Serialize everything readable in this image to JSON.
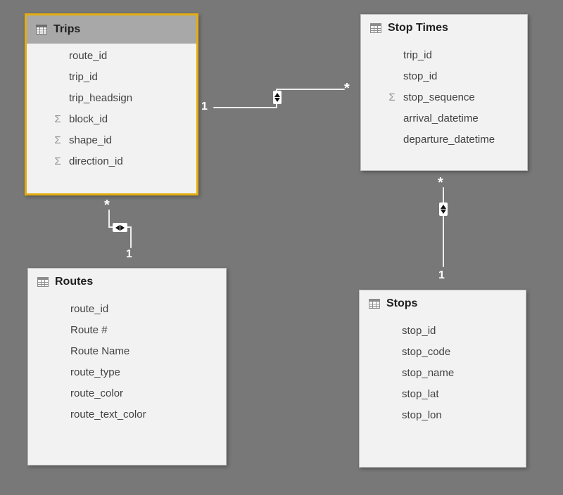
{
  "view": {
    "name": "model-relationship-diagram",
    "background": "#787878"
  },
  "colors": {
    "canvas_background": "#787878",
    "selection_border": "#E4AD10",
    "selected_header_bg": "#A8A8A8",
    "table_body_bg": "#F2F2F2",
    "connector_line": "#EDEDED",
    "cardinality_label": "#FFFFFF",
    "field_text": "#424242",
    "title_text": "#1F1F1F"
  },
  "glyphs": {
    "sigma": "Σ"
  },
  "tables": [
    {
      "name": "Trips",
      "selected": true,
      "fields": [
        {
          "label": "route_id",
          "aggregate": false
        },
        {
          "label": "trip_id",
          "aggregate": false
        },
        {
          "label": "trip_headsign",
          "aggregate": false
        },
        {
          "label": "block_id",
          "aggregate": true
        },
        {
          "label": "shape_id",
          "aggregate": true
        },
        {
          "label": "direction_id",
          "aggregate": true
        }
      ]
    },
    {
      "name": "Stop Times",
      "selected": false,
      "fields": [
        {
          "label": "trip_id",
          "aggregate": false
        },
        {
          "label": "stop_id",
          "aggregate": false
        },
        {
          "label": "stop_sequence",
          "aggregate": true
        },
        {
          "label": "arrival_datetime",
          "aggregate": false
        },
        {
          "label": "departure_datetime",
          "aggregate": false
        }
      ]
    },
    {
      "name": "Routes",
      "selected": false,
      "fields": [
        {
          "label": "route_id",
          "aggregate": false
        },
        {
          "label": "Route #",
          "aggregate": false
        },
        {
          "label": "Route Name",
          "aggregate": false
        },
        {
          "label": "route_type",
          "aggregate": false
        },
        {
          "label": "route_color",
          "aggregate": false
        },
        {
          "label": "route_text_color",
          "aggregate": false
        }
      ]
    },
    {
      "name": "Stops",
      "selected": false,
      "fields": [
        {
          "label": "stop_id",
          "aggregate": false
        },
        {
          "label": "stop_code",
          "aggregate": false
        },
        {
          "label": "stop_name",
          "aggregate": false
        },
        {
          "label": "stop_lat",
          "aggregate": false
        },
        {
          "label": "stop_lon",
          "aggregate": false
        }
      ]
    }
  ],
  "relationships": [
    {
      "from_table": "Trips",
      "to_table": "Stop Times",
      "one": "1",
      "many": "*",
      "cross_filter": "both"
    },
    {
      "from_table": "Routes",
      "to_table": "Trips",
      "one": "1",
      "many": "*",
      "cross_filter": "both"
    },
    {
      "from_table": "Stops",
      "to_table": "Stop Times",
      "one": "1",
      "many": "*",
      "cross_filter": "both"
    }
  ]
}
